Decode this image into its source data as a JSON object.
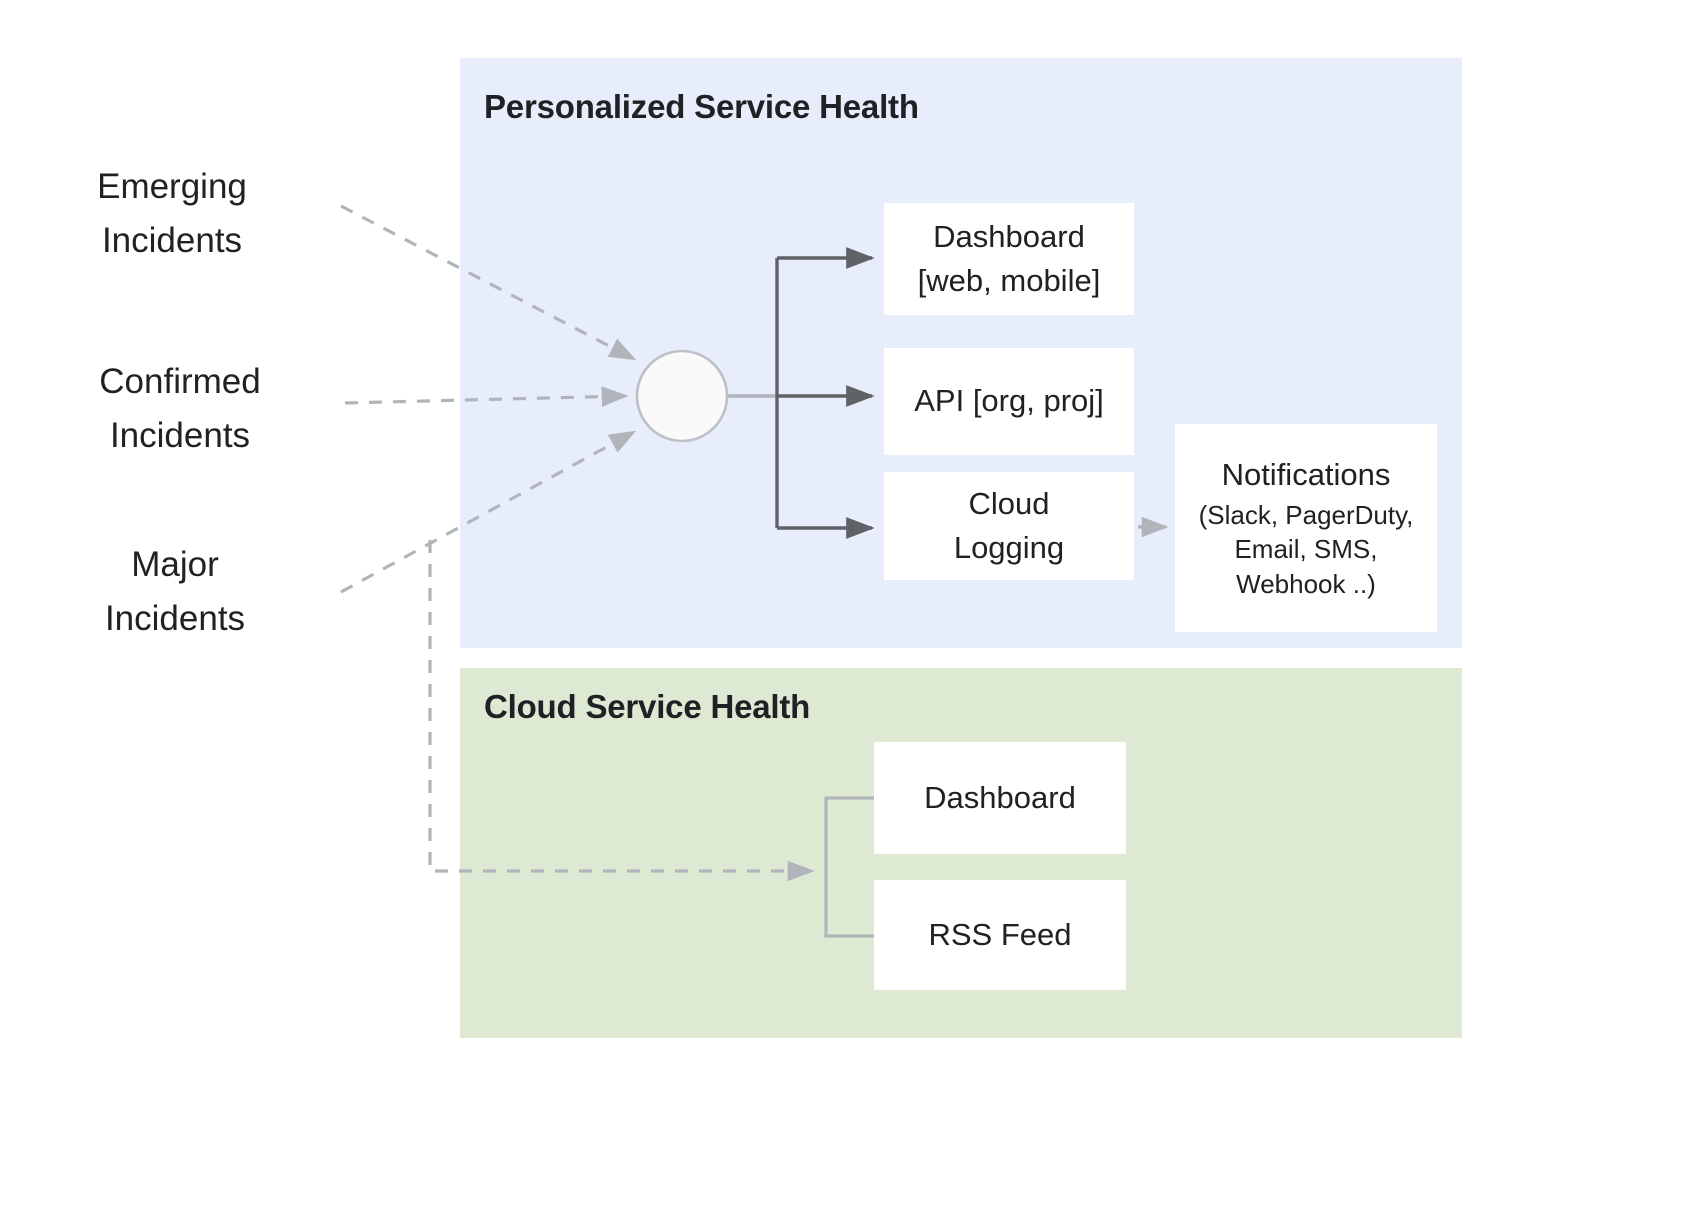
{
  "sources": [
    {
      "id": "emerging-incidents",
      "line1": "Emerging",
      "line2": "Incidents"
    },
    {
      "id": "confirmed-incidents",
      "line1": "Confirmed",
      "line2": "Incidents"
    },
    {
      "id": "major-incidents",
      "line1": "Major",
      "line2": "Incidents"
    }
  ],
  "panels": {
    "personalized": {
      "title": "Personalized Service Health",
      "background": "#e8edfb",
      "nodes": {
        "hub": {
          "label": "",
          "shape": "circle"
        },
        "dashboard": {
          "line1": "Dashboard",
          "line2": "[web, mobile]"
        },
        "api": {
          "line1": "API [org, proj]",
          "line2": ""
        },
        "cloud_logging": {
          "line1": "Cloud",
          "line2": "Logging"
        },
        "notifications": {
          "title": "Notifications",
          "line1": "(Slack, PagerDuty,",
          "line2": "Email, SMS,",
          "line3": "Webhook ..)"
        }
      }
    },
    "cloud": {
      "title": "Cloud Service Health",
      "background": "#dee9d4",
      "nodes": {
        "dashboard": {
          "line1": "Dashboard",
          "line2": ""
        },
        "rss_feed": {
          "line1": "RSS Feed",
          "line2": ""
        }
      }
    }
  },
  "colors": {
    "panel_blue": "#e8edfb",
    "panel_green": "#dee9d4",
    "box_white": "#ffffff",
    "arrow_dark": "#5f6368",
    "arrow_light": "#b0b5bb",
    "text_primary": "#202124",
    "circle_stroke": "#bdc1c6",
    "circle_fill": "#fafafa"
  },
  "chart_data": {
    "type": "diagram",
    "title": "Google Cloud Personalized Service Health architecture",
    "nodes": [
      {
        "id": "emerging-incidents",
        "label": "Emerging Incidents",
        "kind": "source"
      },
      {
        "id": "confirmed-incidents",
        "label": "Confirmed Incidents",
        "kind": "source"
      },
      {
        "id": "major-incidents",
        "label": "Major Incidents",
        "kind": "source"
      },
      {
        "id": "hub",
        "label": "",
        "kind": "hub"
      },
      {
        "id": "psh-dashboard",
        "label": "Dashboard [web, mobile]",
        "kind": "box",
        "group": "Personalized Service Health"
      },
      {
        "id": "psh-api",
        "label": "API [org, proj]",
        "kind": "box",
        "group": "Personalized Service Health"
      },
      {
        "id": "psh-cloud-logging",
        "label": "Cloud Logging",
        "kind": "box",
        "group": "Personalized Service Health"
      },
      {
        "id": "psh-notifications",
        "label": "Notifications (Slack, PagerDuty, Email, SMS, Webhook ..)",
        "kind": "box",
        "group": "Personalized Service Health"
      },
      {
        "id": "csh-dashboard",
        "label": "Dashboard",
        "kind": "box",
        "group": "Cloud Service Health"
      },
      {
        "id": "csh-rss-feed",
        "label": "RSS Feed",
        "kind": "box",
        "group": "Cloud Service Health"
      }
    ],
    "edges": [
      {
        "from": "emerging-incidents",
        "to": "hub",
        "style": "dashed"
      },
      {
        "from": "confirmed-incidents",
        "to": "hub",
        "style": "dashed"
      },
      {
        "from": "major-incidents",
        "to": "hub",
        "style": "dashed"
      },
      {
        "from": "major-incidents",
        "to": "csh-group",
        "style": "dashed"
      },
      {
        "from": "hub",
        "to": "psh-dashboard",
        "style": "solid"
      },
      {
        "from": "hub",
        "to": "psh-api",
        "style": "solid"
      },
      {
        "from": "hub",
        "to": "psh-cloud-logging",
        "style": "solid"
      },
      {
        "from": "psh-cloud-logging",
        "to": "psh-notifications",
        "style": "solid"
      },
      {
        "from": "csh-group",
        "to": "csh-dashboard",
        "style": "solid"
      },
      {
        "from": "csh-group",
        "to": "csh-rss-feed",
        "style": "solid"
      }
    ]
  }
}
